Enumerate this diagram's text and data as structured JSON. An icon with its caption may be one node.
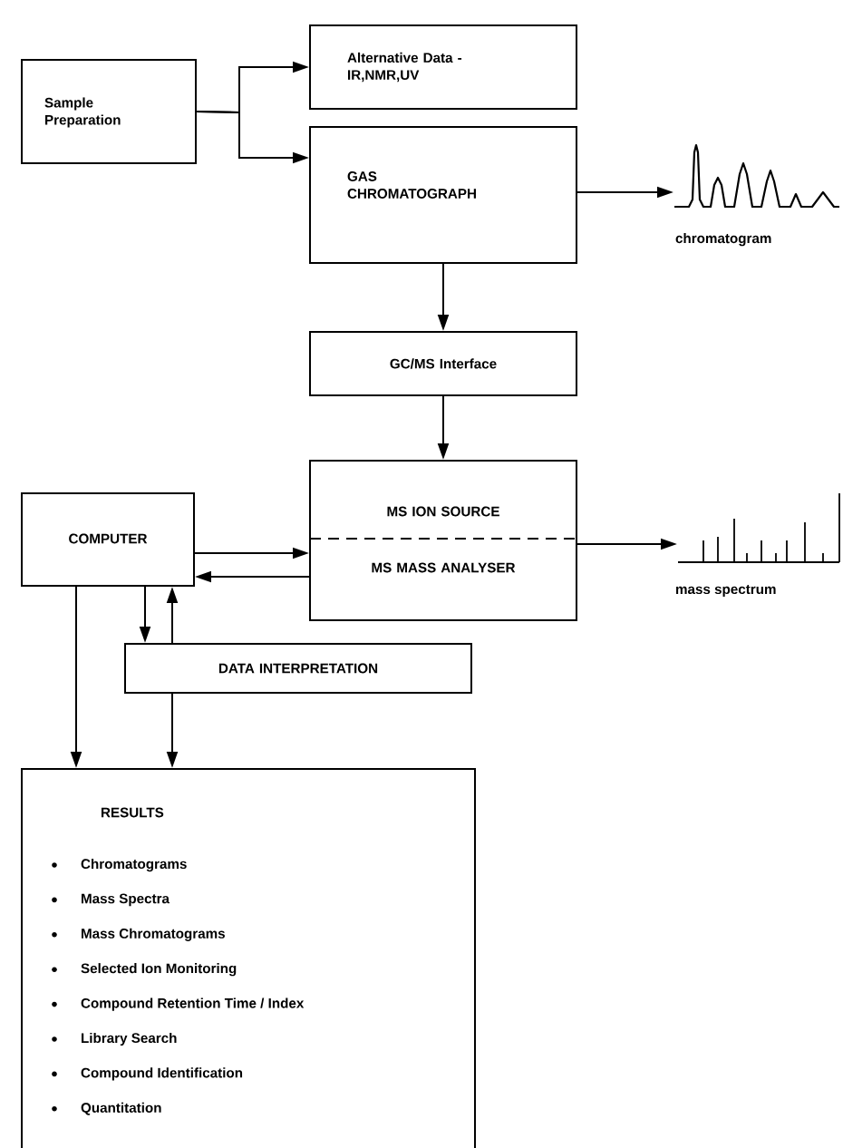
{
  "diagram": {
    "nodes": [
      {
        "text": [
          "Sample Preparation"
        ]
      },
      {
        "text": [
          "Alternative Data - IR,NMR,UV"
        ]
      },
      {
        "text": [
          "GAS CHROMATOGRAPH"
        ]
      },
      {
        "text": [],
        "shape": "picture",
        "beside": [
          "chromatogram"
        ]
      },
      {
        "text": [
          "GC/MS Interface"
        ]
      },
      {
        "text": [
          "MS ION SOURCE",
          "MS MASS ANALYSER"
        ]
      },
      {
        "text": [],
        "shape": "picture",
        "beside": [
          "mass spectrum"
        ]
      },
      {
        "text": [
          "COMPUTER"
        ]
      },
      {
        "text": [
          "DATA INTERPRETATION"
        ]
      },
      {
        "text": [
          "RESULTS",
          "Chromatograms",
          "Mass Spectra",
          "Mass Chromatograms",
          "Selected Ion Monitoring",
          "Compound Retention Time / Index",
          "Library Search",
          "Compound Identification",
          "Quantitation"
        ]
      }
    ],
    "edges": [
      {
        "from": 0,
        "to": 1,
        "arrow": "to"
      },
      {
        "from": 0,
        "to": 2,
        "arrow": "to"
      },
      {
        "from": 2,
        "to": 3,
        "arrow": "to"
      },
      {
        "from": 2,
        "to": 4,
        "arrow": "to"
      },
      {
        "from": 4,
        "to": 5,
        "arrow": "to"
      },
      {
        "from": 7,
        "to": 5,
        "arrow": "to"
      },
      {
        "from": 5,
        "to": 7,
        "arrow": "to"
      },
      {
        "from": 5,
        "to": 6,
        "arrow": "to"
      },
      {
        "from": 7,
        "to": 8,
        "arrow": "to"
      },
      {
        "from": 8,
        "to": 7,
        "arrow": "to"
      },
      {
        "from": 7,
        "to": 9,
        "arrow": "to"
      },
      {
        "from": 8,
        "to": 9,
        "arrow": "to"
      }
    ]
  }
}
